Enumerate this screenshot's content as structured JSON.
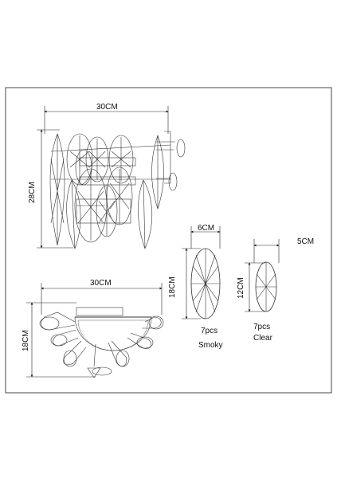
{
  "dimensions": {
    "front_width": "30CM",
    "front_height": "28CM",
    "top_width": "30CM",
    "top_depth": "18CM",
    "smoky_width": "6CM",
    "smoky_height": "18CM",
    "clear_width": "5CM",
    "clear_height": "12CM"
  },
  "parts": {
    "smoky": {
      "count": "7pcs",
      "label": "Smoky"
    },
    "clear": {
      "count": "7pcs",
      "label": "Clear"
    }
  },
  "colors": {
    "line": "#333333",
    "background": "#ffffff"
  }
}
